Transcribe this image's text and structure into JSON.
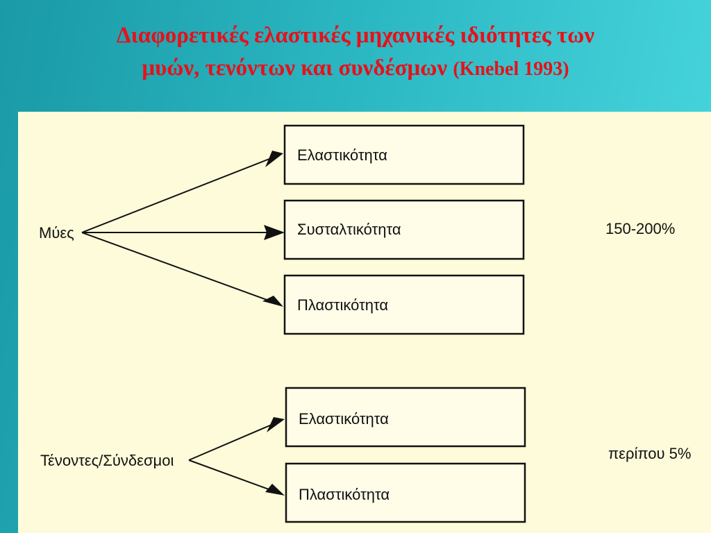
{
  "title": {
    "line1": "Διαφορετικές ελαστικές μηχανικές ιδιότητες των",
    "line2_main": "μυών, τενόντων και συνδέσμων",
    "line2_cite": "(Knebel 1993)"
  },
  "diagram": {
    "muscles": {
      "source_label": "Μύες",
      "targets": [
        "Ελαστικότητα",
        "Συσταλτικότητα",
        "Πλαστικότητα"
      ],
      "value": "150-200%"
    },
    "tendons": {
      "source_label": "Τένοντες/Σύνδεσμοι",
      "targets": [
        "Ελαστικότητα",
        "Πλαστικότητα"
      ],
      "value": "περίπου 5%"
    }
  },
  "colors": {
    "title": "#e8101a",
    "panel": "#fdfbd9",
    "background": "#2bb7c2"
  }
}
